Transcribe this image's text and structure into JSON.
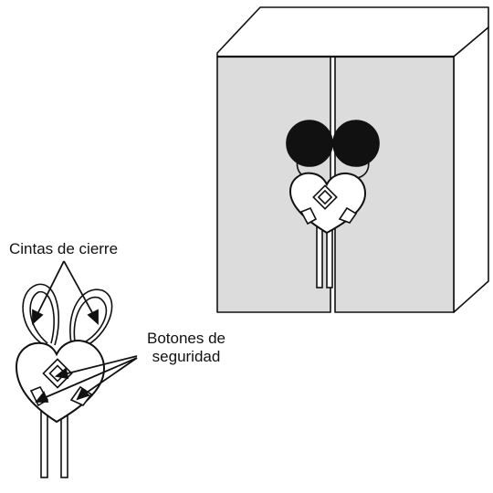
{
  "labels": {
    "straps": "Cintas de cierre",
    "buttons_line1": "Botones de",
    "buttons_line2": "seguridad"
  },
  "colors": {
    "line": "#111111",
    "cabinet_fill": "#dcdcdc",
    "background": "#ffffff"
  }
}
